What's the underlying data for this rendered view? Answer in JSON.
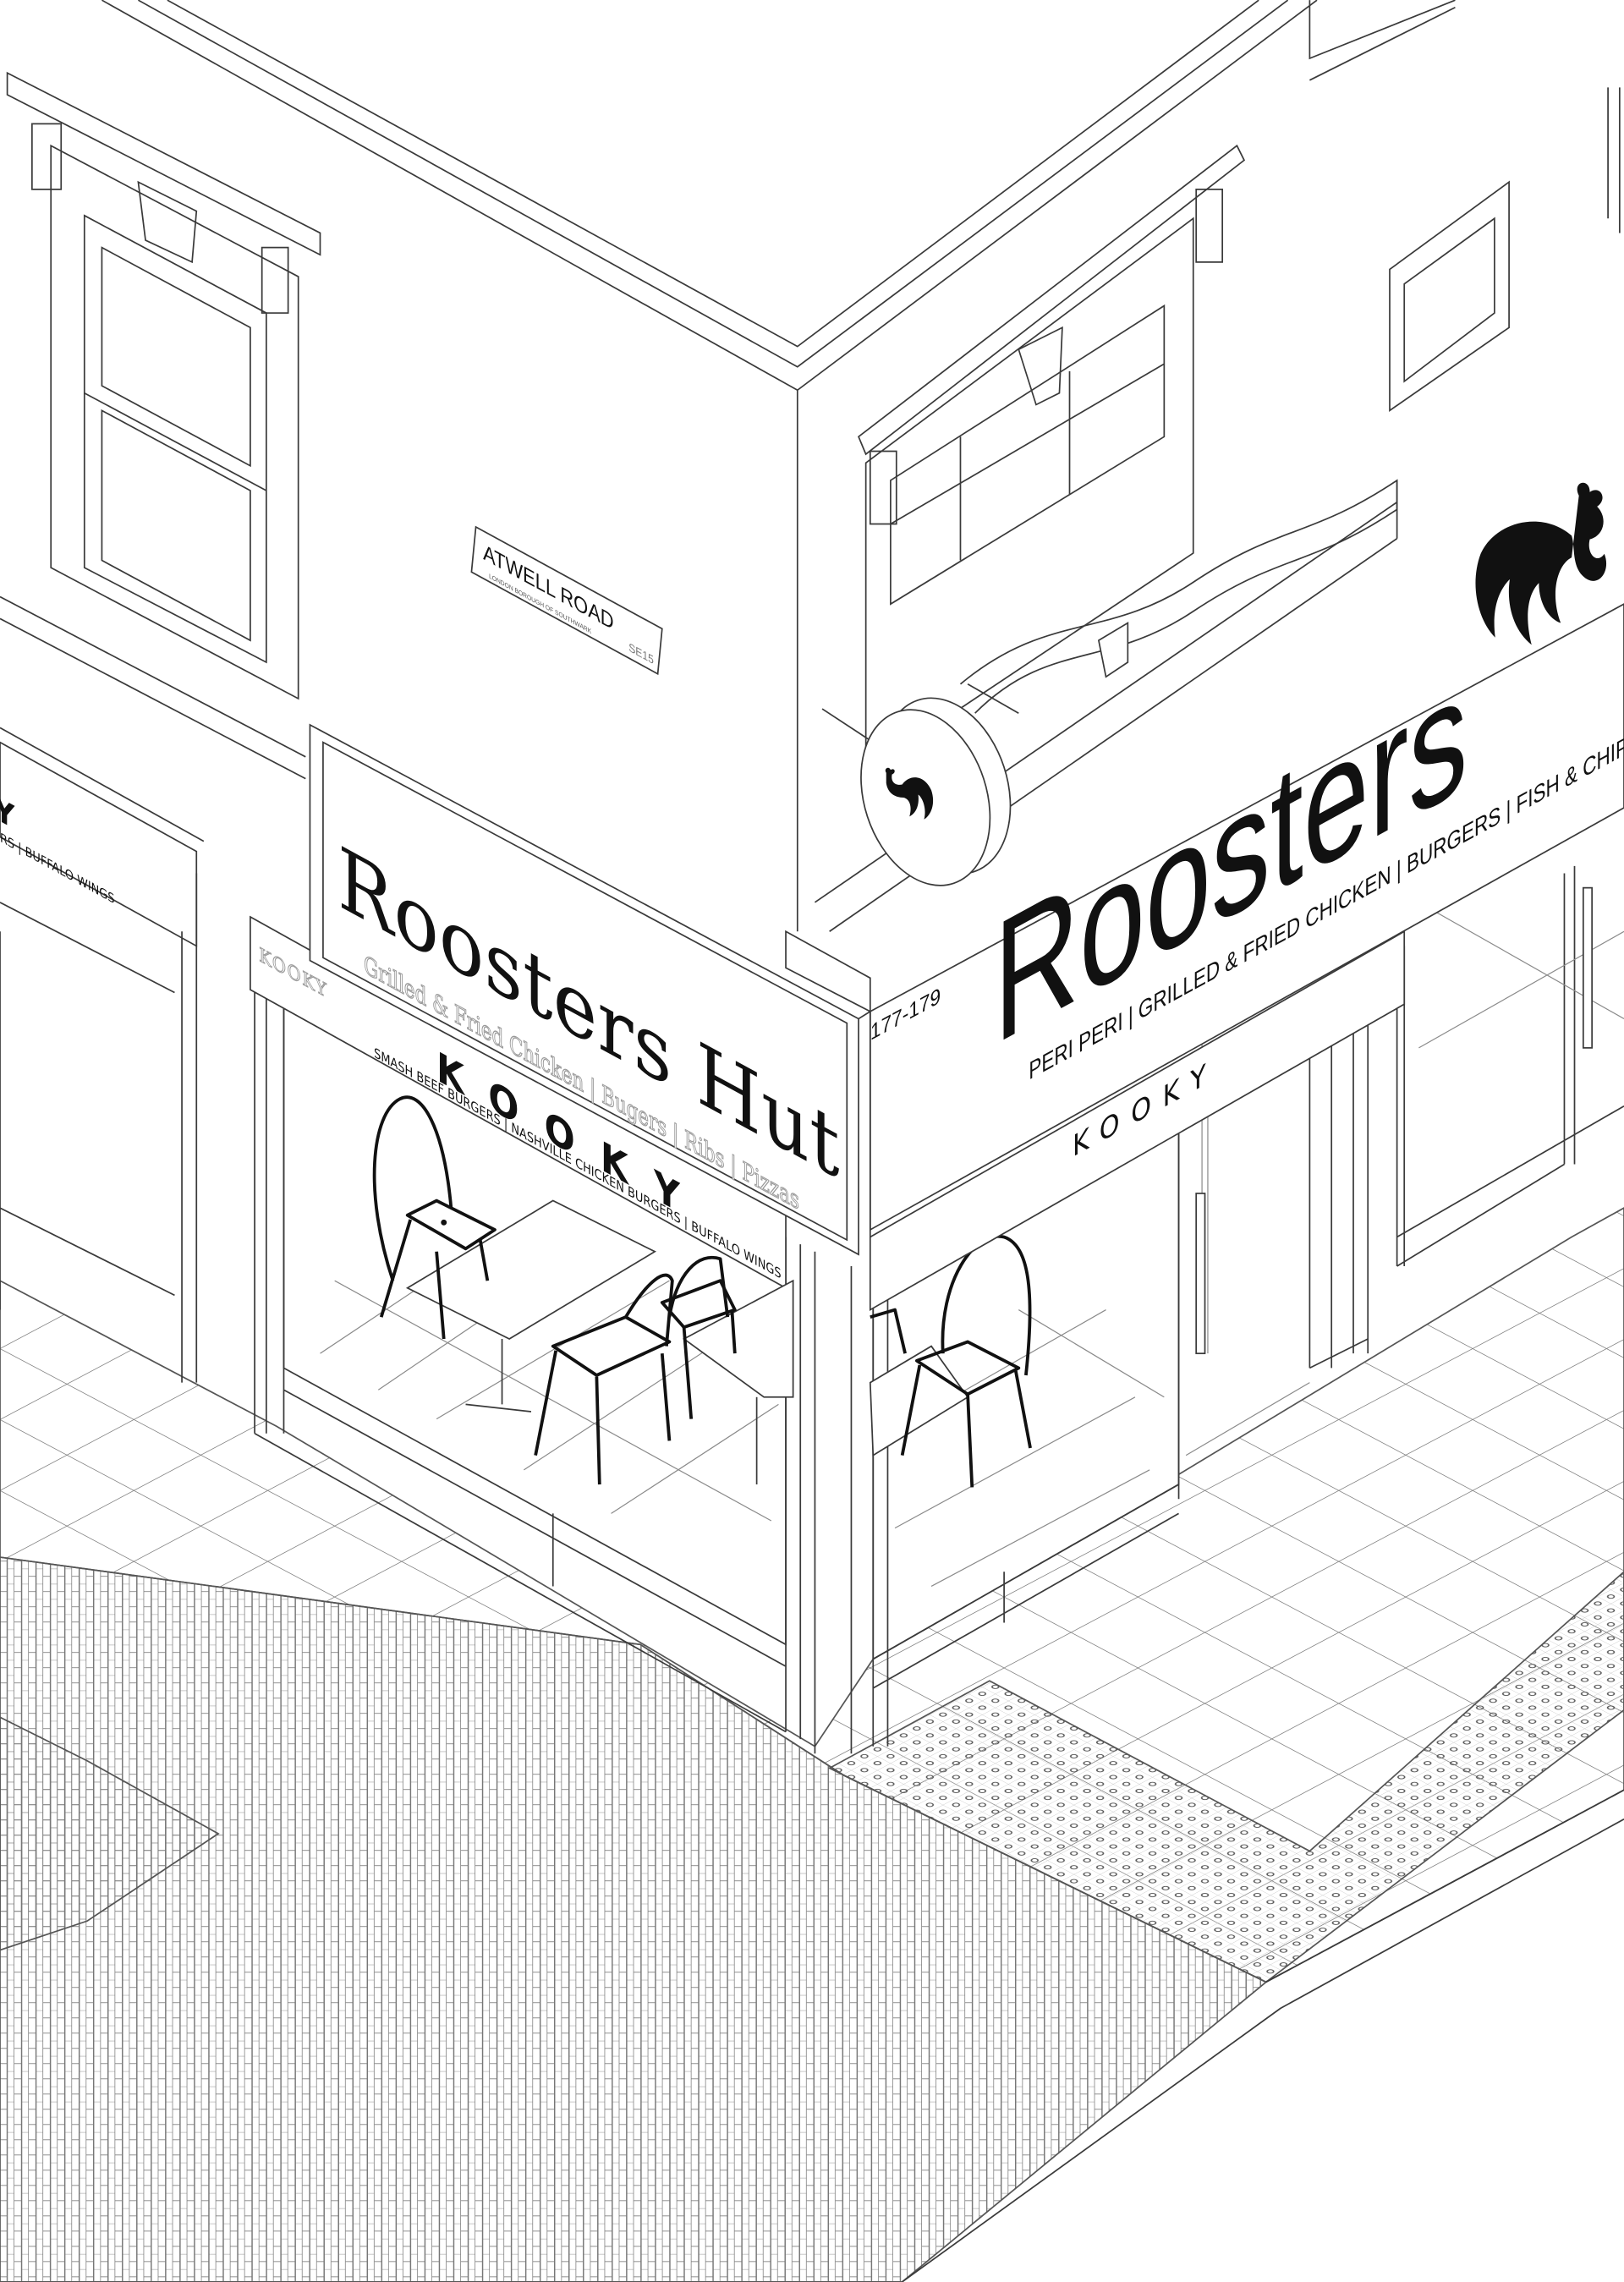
{
  "street_sign": {
    "name": "ATWELL ROAD",
    "borough": "LONDON BOROUGH OF SOUTHWARK",
    "postcode": "SE15"
  },
  "left_sign": {
    "title": "Roosters Hut",
    "subtitle": "Grilled & Fried Chicken | Bugers | Ribs | Pizzas"
  },
  "left_fascia": {
    "small_brand": "KOOKY",
    "brand": "KOOKY",
    "menu": "SMASH BEEF BURGERS | NASHVILLE CHICKEN BURGERS | BUFFALO WINGS"
  },
  "neighbor_fascia": {
    "brand_fragment": "Y",
    "menu_fragment": "RS | BUFFALO WINGS"
  },
  "right_sign": {
    "number": "177-179",
    "title": "Roosters",
    "tagline": "PERI PERI | GRILLED & FRIED CHICKEN | BURGERS | FISH & CHIPS",
    "logo_icon": "rooster-icon"
  },
  "right_fascia": {
    "brand": "KOOKY"
  },
  "projecting_sign": {
    "icon": "rooster-icon"
  },
  "colors": {
    "line": "#3a3a3a",
    "ink": "#111111",
    "outline_text": "#999999",
    "background": "#ffffff"
  }
}
